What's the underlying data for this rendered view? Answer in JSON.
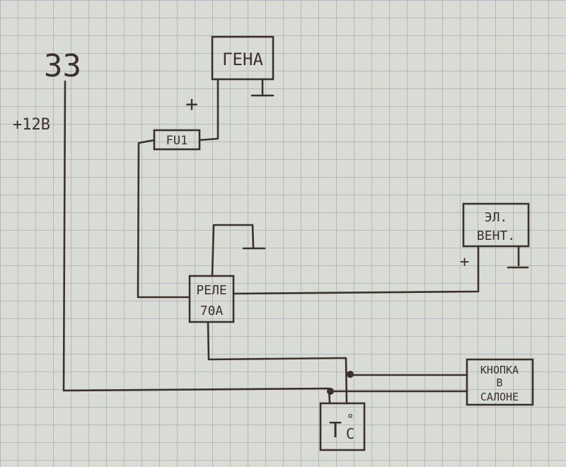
{
  "labels": {
    "terminal_33": "33",
    "supply_12v": "+12В",
    "generator": "ГЕНА",
    "generator_plus": "+",
    "fuse": "FU1",
    "relay_line1": "РЕЛЕ",
    "relay_line2": "70А",
    "fan_line1": "ЭЛ.",
    "fan_line2": "ВЕНТ.",
    "fan_plus": "+",
    "button_line1": "КНОПКА",
    "button_line2": "В",
    "button_line3": "САЛОНЕ",
    "thermo_t": "Т",
    "thermo_deg": "°",
    "thermo_c": "С"
  },
  "colors": {
    "paper": "#d9dcd5",
    "grid": "#96a0af",
    "ink": "#3b302c"
  }
}
